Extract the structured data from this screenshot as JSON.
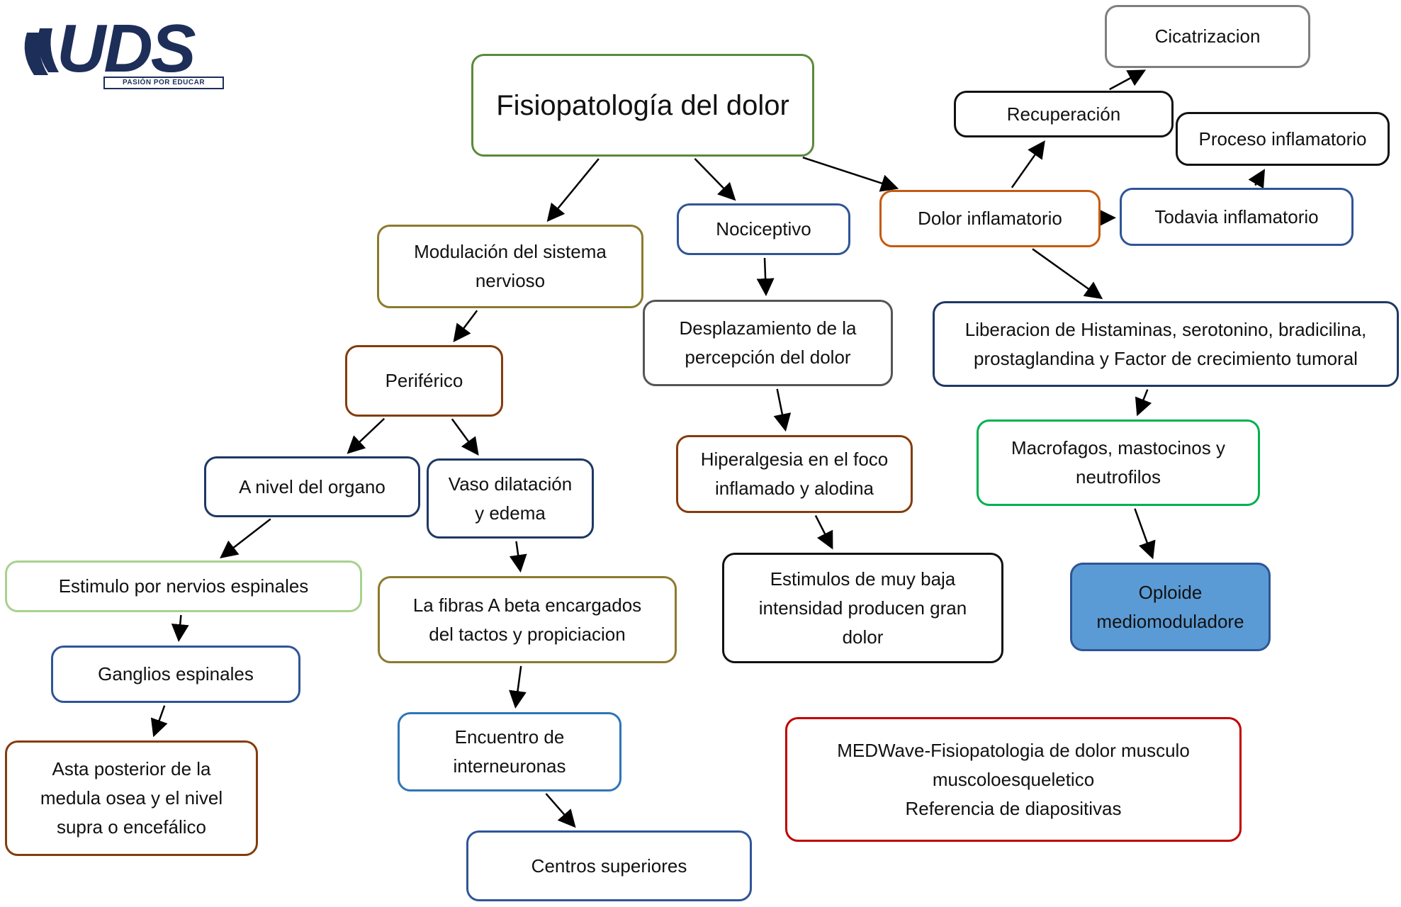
{
  "logo": {
    "text": "UDS",
    "tagline": "PASIÓN POR EDUCAR",
    "color": "#1d2e59"
  },
  "nodes": [
    {
      "id": "root",
      "text": "Fisiopatología del dolor",
      "border": "#5a8a3a"
    },
    {
      "id": "modulacion",
      "text": "Modulación del sistema\nnervioso",
      "border": "#8c7a2e"
    },
    {
      "id": "nociceptivo",
      "text": "Nociceptivo",
      "border": "#2f5597"
    },
    {
      "id": "inflamatorio",
      "text": "Dolor inflamatorio",
      "border": "#c55a11"
    },
    {
      "id": "cicatrizacion",
      "text": "Cicatrizacion",
      "border": "#7f7f7f"
    },
    {
      "id": "recuperacion",
      "text": "Recuperación",
      "border": "#111111"
    },
    {
      "id": "proceso",
      "text": "Proceso inflamatorio",
      "border": "#111111"
    },
    {
      "id": "todavia",
      "text": "Todavia inflamatorio",
      "border": "#2f5597"
    },
    {
      "id": "periferico",
      "text": "Periférico",
      "border": "#843c0c"
    },
    {
      "id": "desplazamiento",
      "text": "Desplazamiento de la\npercepción del dolor",
      "border": "#555555"
    },
    {
      "id": "liberacion",
      "text": "Liberacion de Histaminas, serotonino, bradicilina,\nprostaglandina y Factor de crecimiento tumoral",
      "border": "#1f3864"
    },
    {
      "id": "organo",
      "text": "A nivel del organo",
      "border": "#1f3864"
    },
    {
      "id": "vaso",
      "text": "Vaso dilatación\ny edema",
      "border": "#1f3864"
    },
    {
      "id": "hiperalgesia",
      "text": "Hiperalgesia en el foco\ninflamado y alodina",
      "border": "#843c0c"
    },
    {
      "id": "macrofagos",
      "text": "Macrofagos, mastocinos y\nneutrofilos",
      "border": "#00b050"
    },
    {
      "id": "estimulo",
      "text": "Estimulo por nervios espinales",
      "border": "#a9d18e"
    },
    {
      "id": "fibras",
      "text": "La fibras A beta  encargados\ndel tactos y propiciacion",
      "border": "#8c7a2e"
    },
    {
      "id": "estimulos",
      "text": "Estimulos de muy baja\nintensidad producen gran\ndolor",
      "border": "#111111"
    },
    {
      "id": "opioide",
      "text": "Oploide\nmediomoduladore",
      "border": "#2f5597",
      "fill": "#5b9bd5"
    },
    {
      "id": "ganglios",
      "text": "Ganglios espinales",
      "border": "#2f5597"
    },
    {
      "id": "encuentro",
      "text": "Encuentro de\ninterneuronas",
      "border": "#2e75b6"
    },
    {
      "id": "asta",
      "text": "Asta posterior de la\nmedula osea  y el nivel\nsupra o encefálico",
      "border": "#843c0c"
    },
    {
      "id": "centros",
      "text": "Centros superiores",
      "border": "#2f5597"
    },
    {
      "id": "medwave",
      "text": "MEDWave-Fisiopatologia de dolor musculo\nmuscoloesqueletico\nReferencia de diapositivas",
      "border": "#c00000"
    }
  ],
  "edges": [
    {
      "from": "root",
      "to": "modulacion"
    },
    {
      "from": "root",
      "to": "nociceptivo"
    },
    {
      "from": "root",
      "to": "inflamatorio"
    },
    {
      "from": "inflamatorio",
      "to": "recuperacion"
    },
    {
      "from": "recuperacion",
      "to": "cicatrizacion"
    },
    {
      "from": "inflamatorio",
      "to": "todavia"
    },
    {
      "from": "todavia",
      "to": "proceso"
    },
    {
      "from": "inflamatorio",
      "to": "liberacion"
    },
    {
      "from": "liberacion",
      "to": "macrofagos"
    },
    {
      "from": "macrofagos",
      "to": "opioide"
    },
    {
      "from": "nociceptivo",
      "to": "desplazamiento"
    },
    {
      "from": "desplazamiento",
      "to": "hiperalgesia"
    },
    {
      "from": "hiperalgesia",
      "to": "estimulos"
    },
    {
      "from": "modulacion",
      "to": "periferico"
    },
    {
      "from": "periferico",
      "to": "organo"
    },
    {
      "from": "periferico",
      "to": "vaso"
    },
    {
      "from": "organo",
      "to": "estimulo"
    },
    {
      "from": "estimulo",
      "to": "ganglios"
    },
    {
      "from": "ganglios",
      "to": "asta"
    },
    {
      "from": "vaso",
      "to": "fibras"
    },
    {
      "from": "fibras",
      "to": "encuentro"
    },
    {
      "from": "encuentro",
      "to": "centros"
    }
  ]
}
